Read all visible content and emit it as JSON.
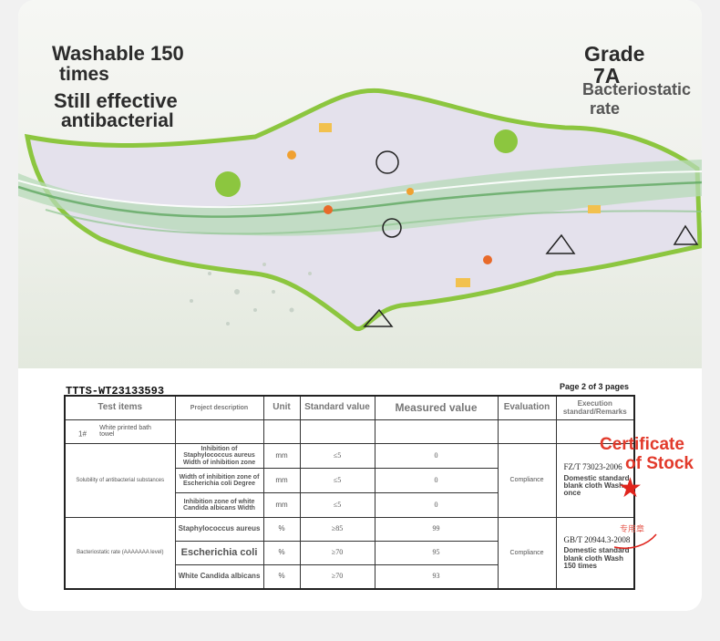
{
  "hero": {
    "left_headline": [
      "Washable 150",
      "times",
      "Still effective",
      "antibacterial"
    ],
    "right_headline": [
      "Grade",
      "7A",
      "Bacteriostatic",
      "rate"
    ]
  },
  "report": {
    "number": "TTTS-WT23133593",
    "page": "Page 2 of 3 pages",
    "headers": [
      "Test items",
      "Project description",
      "Unit",
      "Standard value",
      "Measured value",
      "Evaluation",
      "Execution standard/Remarks"
    ],
    "row1": {
      "no": "1#",
      "label": "White printed bath towel"
    },
    "group1": {
      "name": "Solubility of antibacterial substances",
      "evaluation": "Compliance",
      "standard": "FZ/T 73023-2006",
      "remark": "Domestic standard blank cloth Wash once",
      "rows": [
        {
          "desc": "Inhibition of Staphylococcus aureus Width of inhibition zone",
          "unit": "mm",
          "std": "≤5",
          "measured": "0"
        },
        {
          "desc": "Width of inhibition zone of Escherichia coli Degree",
          "unit": "mm",
          "std": "≤5",
          "measured": "0"
        },
        {
          "desc": "Inhibition zone of white Candida albicans Width",
          "unit": "mm",
          "std": "≤5",
          "measured": "0"
        }
      ]
    },
    "group2": {
      "name": "Bacteriostatic rate (AAAAAAA level)",
      "evaluation": "Compliance",
      "standard": "GB/T 20944.3-2008",
      "remark": "Domestic standard blank cloth Wash 150 times",
      "rows": [
        {
          "desc": "Staphylococcus aureus",
          "unit": "%",
          "std": "≥85",
          "measured": "99"
        },
        {
          "desc": "Escherichia coli",
          "unit": "%",
          "std": "≥70",
          "measured": "95"
        },
        {
          "desc": "White Candida albicans",
          "unit": "%",
          "std": "≥70",
          "measured": "93"
        }
      ]
    }
  },
  "certificate": {
    "line1": "Certificate",
    "line2": "of Stock",
    "stamp_text": "专用章"
  },
  "colors": {
    "accent_green": "#8cc63f",
    "stamp_red": "#e0241c",
    "water_green": "#5fa860"
  }
}
